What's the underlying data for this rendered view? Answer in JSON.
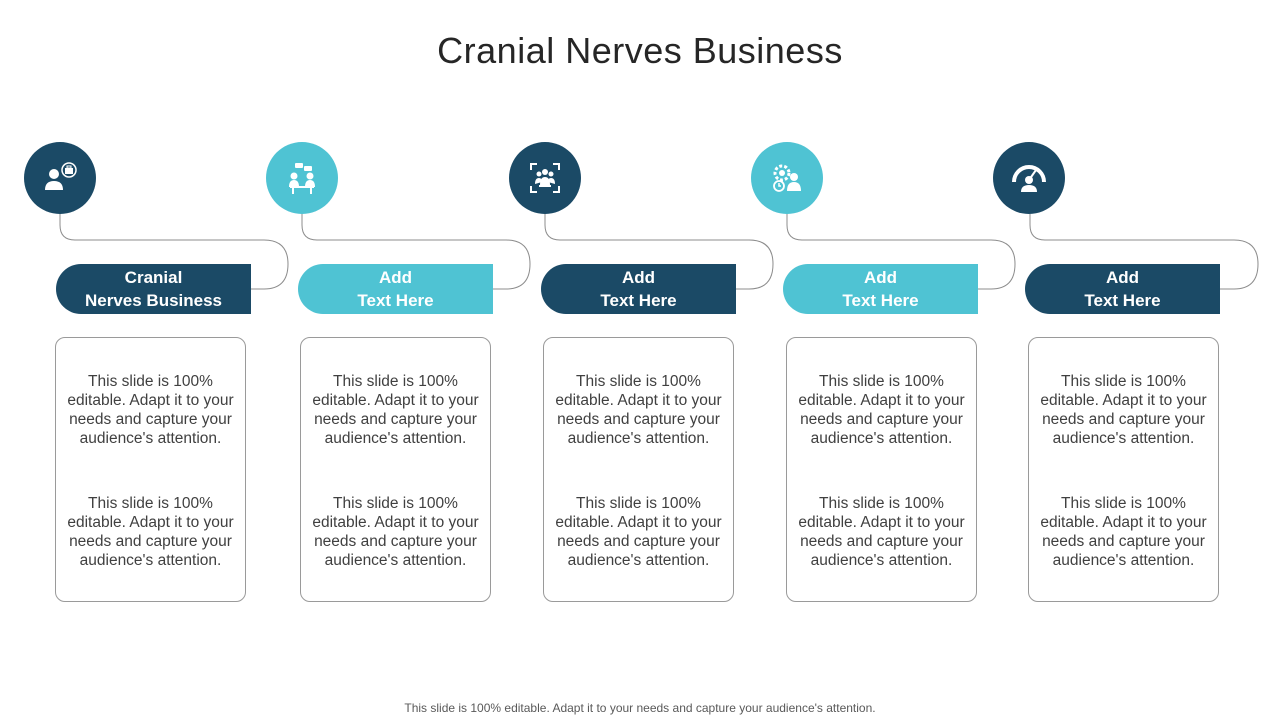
{
  "title": "Cranial Nerves Business",
  "colors": {
    "dark": "#1b4a66",
    "light": "#4fc3d3",
    "connector": "#8c8c8c"
  },
  "steps": [
    {
      "icon": "businessman-briefcase-icon",
      "variant": "dark",
      "label_line1": "Cranial",
      "label_line2": "Nerves Business",
      "text1": "This slide is 100% editable. Adapt it to your needs and capture your audience's attention.",
      "text2": "This slide is 100% editable. Adapt it to your needs and capture your audience's attention."
    },
    {
      "icon": "team-meeting-icon",
      "variant": "light",
      "label_line1": "Add",
      "label_line2": "Text Here",
      "text1": "This slide is 100% editable. Adapt it to your needs and capture your audience's attention.",
      "text2": "This slide is 100% editable. Adapt it to your needs and capture your audience's attention."
    },
    {
      "icon": "group-focus-icon",
      "variant": "dark",
      "label_line1": "Add",
      "label_line2": "Text Here",
      "text1": "This slide is 100% editable. Adapt it to your needs and capture your audience's attention.",
      "text2": "This slide is 100% editable. Adapt it to your needs and capture your audience's attention."
    },
    {
      "icon": "user-gear-clock-icon",
      "variant": "light",
      "label_line1": "Add",
      "label_line2": "Text Here",
      "text1": "This slide is 100% editable. Adapt it to your needs and capture your audience's attention.",
      "text2": "This slide is 100% editable. Adapt it to your needs and capture your audience's attention."
    },
    {
      "icon": "user-gauge-icon",
      "variant": "dark",
      "label_line1": "Add",
      "label_line2": "Text Here",
      "text1": "This slide is 100% editable. Adapt it to your needs and capture your audience's attention.",
      "text2": "This slide is 100% editable. Adapt it to your needs and capture your audience's attention."
    }
  ],
  "footer": "This slide is 100% editable. Adapt it to your needs and capture your audience's attention."
}
